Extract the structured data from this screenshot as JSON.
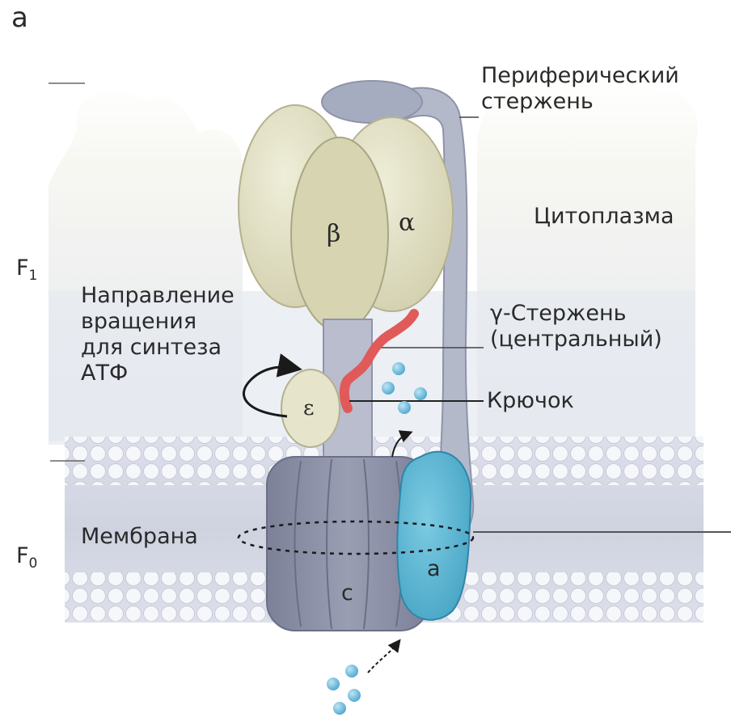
{
  "panel_letter": "a",
  "sections": {
    "f1": {
      "main": "F",
      "sub": "1"
    },
    "f0": {
      "main": "F",
      "sub": "0"
    }
  },
  "labels": {
    "peripheral_stalk": "Периферический\nстержень",
    "cytoplasm": "Цитоплазма",
    "rotation": "Направление\nвращения\nдля синтеза\nАТФ",
    "gamma_stalk": "γ-Стержень\n(центральный)",
    "hook": "Крючок",
    "membrane": "Мембрана"
  },
  "subunits": {
    "beta": "β",
    "alpha": "α",
    "epsilon": "ε",
    "c": "c",
    "a": "a"
  },
  "colors": {
    "background": "#ffffff",
    "cytoplasm_band": "#e9ecf2",
    "membrane_band": "#d8dce8",
    "lipid_head": "#f4f5f8",
    "head_subunit": "#e3e1c6",
    "head_subunit_dark": "#d3d0ad",
    "stalk": "#b7bccc",
    "c_ring": "#8b8fa5",
    "a_subunit": "#5ab7d4",
    "hook": "#e05a5a",
    "proton": "#6fbfe0",
    "text": "#2a2a2a"
  }
}
